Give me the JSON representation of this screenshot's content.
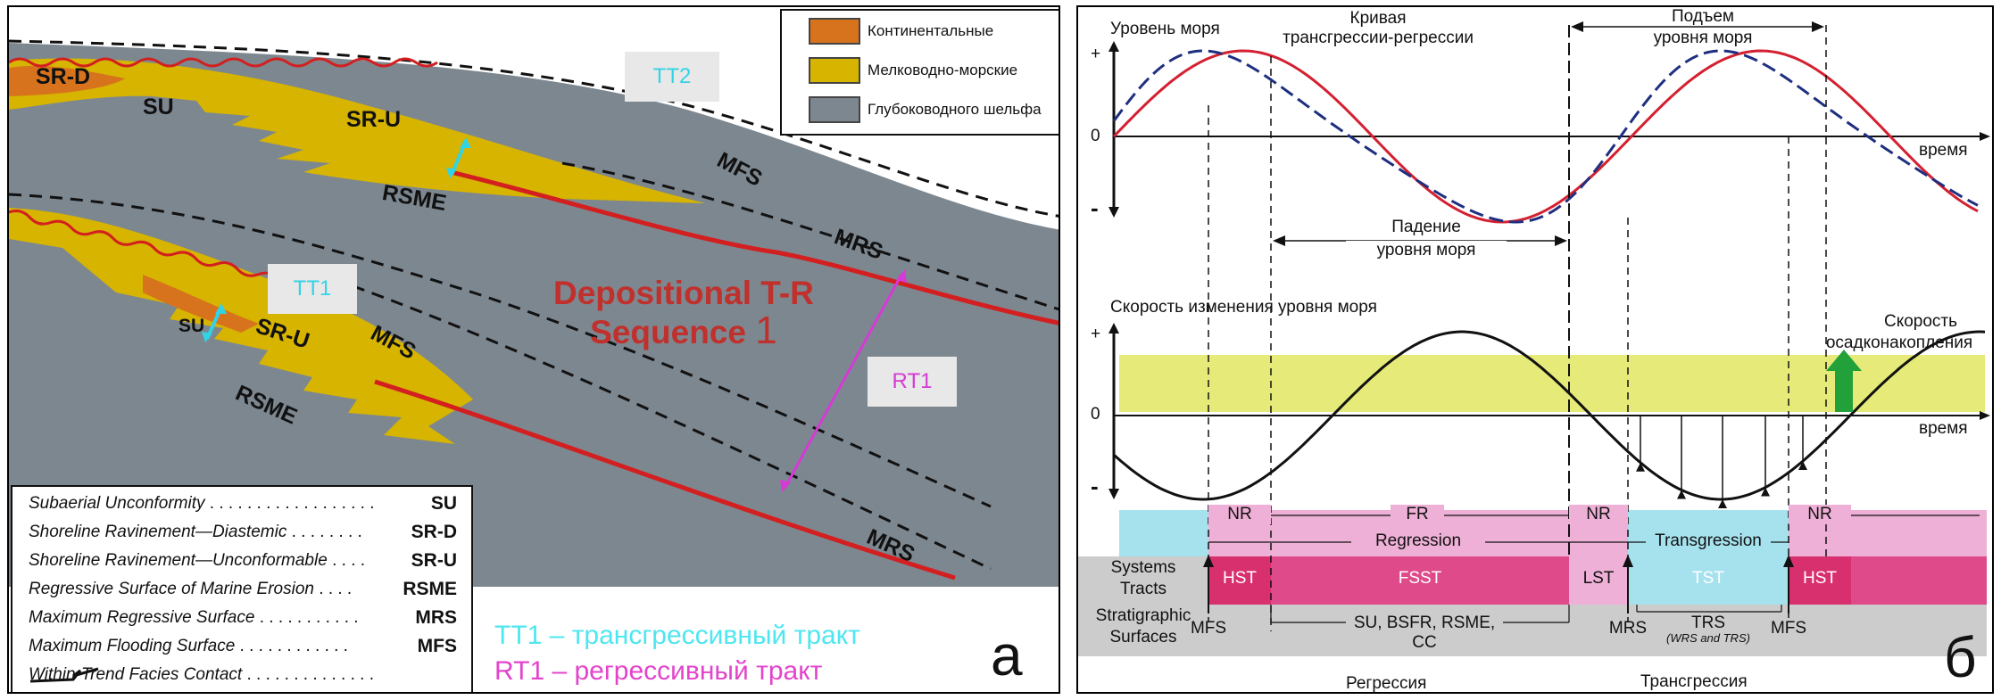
{
  "panel_a": {
    "letter": "а",
    "legend_top": [
      {
        "label": "Континентальные",
        "color": "#d8731d"
      },
      {
        "label": "Мелководно-морские",
        "color": "#d6b400"
      },
      {
        "label": "Глубоководного шельфа",
        "color": "#7d8790"
      }
    ],
    "title_line1": "Depositional T-R",
    "title_line2": "Sequence",
    "title_number": "1",
    "tags": {
      "tt2": "TT2",
      "tt1": "TT1",
      "rt1": "RT1"
    },
    "surfaces": {
      "srd": "SR-D",
      "su_top": "SU",
      "sru_top": "SR-U",
      "rsme_top": "RSME",
      "mfs_top": "MFS",
      "mrs_top": "MRS",
      "su_bot": "SU",
      "sru_bot": "SR-U",
      "mfs_bot": "MFS",
      "rsme_bot": "RSME",
      "mrs_bot": "MRS"
    },
    "legend_bottom": [
      {
        "term": "Subaerial Unconformity",
        "dots": " . . . . . . . . . . . . . . . . . . ",
        "abbr": "SU"
      },
      {
        "term": "Shoreline Ravinement—Diastemic",
        "dots": " . . . . . . . . ",
        "abbr": "SR-D"
      },
      {
        "term": "Shoreline Ravinement—Unconformable",
        "dots": " . . . . ",
        "abbr": "SR-U"
      },
      {
        "term": "Regressive Surface of Marine Erosion",
        "dots": " . . . . ",
        "abbr": "RSME"
      },
      {
        "term": "Maximum Regressive Surface",
        "dots": " . . . . . . . . . . . ",
        "abbr": "MRS"
      },
      {
        "term": "Maximum Flooding Surface",
        "dots": " . . . . . . . . . . . . ",
        "abbr": "MFS"
      },
      {
        "term": "Within-Trend Facies Contact",
        "dots": " . . . . . . . . . . . . . . ",
        "abbr": ""
      }
    ],
    "notes": {
      "tt1": "TT1 – трансгрессивный тракт",
      "rt1": "RT1 – регрессивный тракт"
    },
    "colors": {
      "continental": "#d8731d",
      "shallow": "#d6b400",
      "deep": "#7d8790",
      "surface_red": "#d31f1f",
      "cyan": "#33d3e6",
      "magenta": "#d63ad6"
    }
  },
  "panel_b": {
    "letter": "б",
    "top_chart": {
      "sea_level_label": "Уровень моря",
      "curve_label_1": "Кривая",
      "curve_label_2": "трансгрессии-регрессии",
      "rise_label_1": "Подъем",
      "rise_label_2": "уровня моря",
      "fall_label_1": "Падение",
      "fall_label_2": "уровня моря",
      "plus": "+",
      "zero": "0",
      "minus": "-",
      "x_label": "время"
    },
    "bottom_chart": {
      "title": "Скорость изменения уровня моря",
      "sed_rate_1": "Скорость",
      "sed_rate_2": "осадконакопления",
      "plus": "+",
      "zero": "0",
      "minus": "-",
      "x_label": "время"
    },
    "bands": {
      "nr1": "NR",
      "fr": "FR",
      "nr2": "NR",
      "nr3": "NR",
      "regression": "Regression",
      "transgression": "Transgression",
      "systems_tracts_1": "Systems",
      "systems_tracts_2": "Tracts",
      "hst1": "HST",
      "fsst": "FSST",
      "lst": "LST",
      "tst": "TST",
      "hst2": "HST",
      "strat_1": "Stratigraphic",
      "strat_2": "Surfaces",
      "mfs1": "MFS",
      "surfaces_list": "SU, BSFR, RSME, CC",
      "mrs": "MRS",
      "trs": "TRS",
      "trs_sub": "(WRS and TRS)",
      "mfs2": "MFS"
    },
    "bottom_labels": {
      "regression": "Регрессия",
      "transgression": "Трансгрессия"
    },
    "colors": {
      "red_curve": "#d42030",
      "blue_curve": "#1f2f80",
      "yellow_band": "#e6ea78",
      "pink": "#eeb0d6",
      "cyan": "#a6e2ee",
      "magenta": "#d8306e",
      "green_arrow": "#22a03a"
    }
  }
}
